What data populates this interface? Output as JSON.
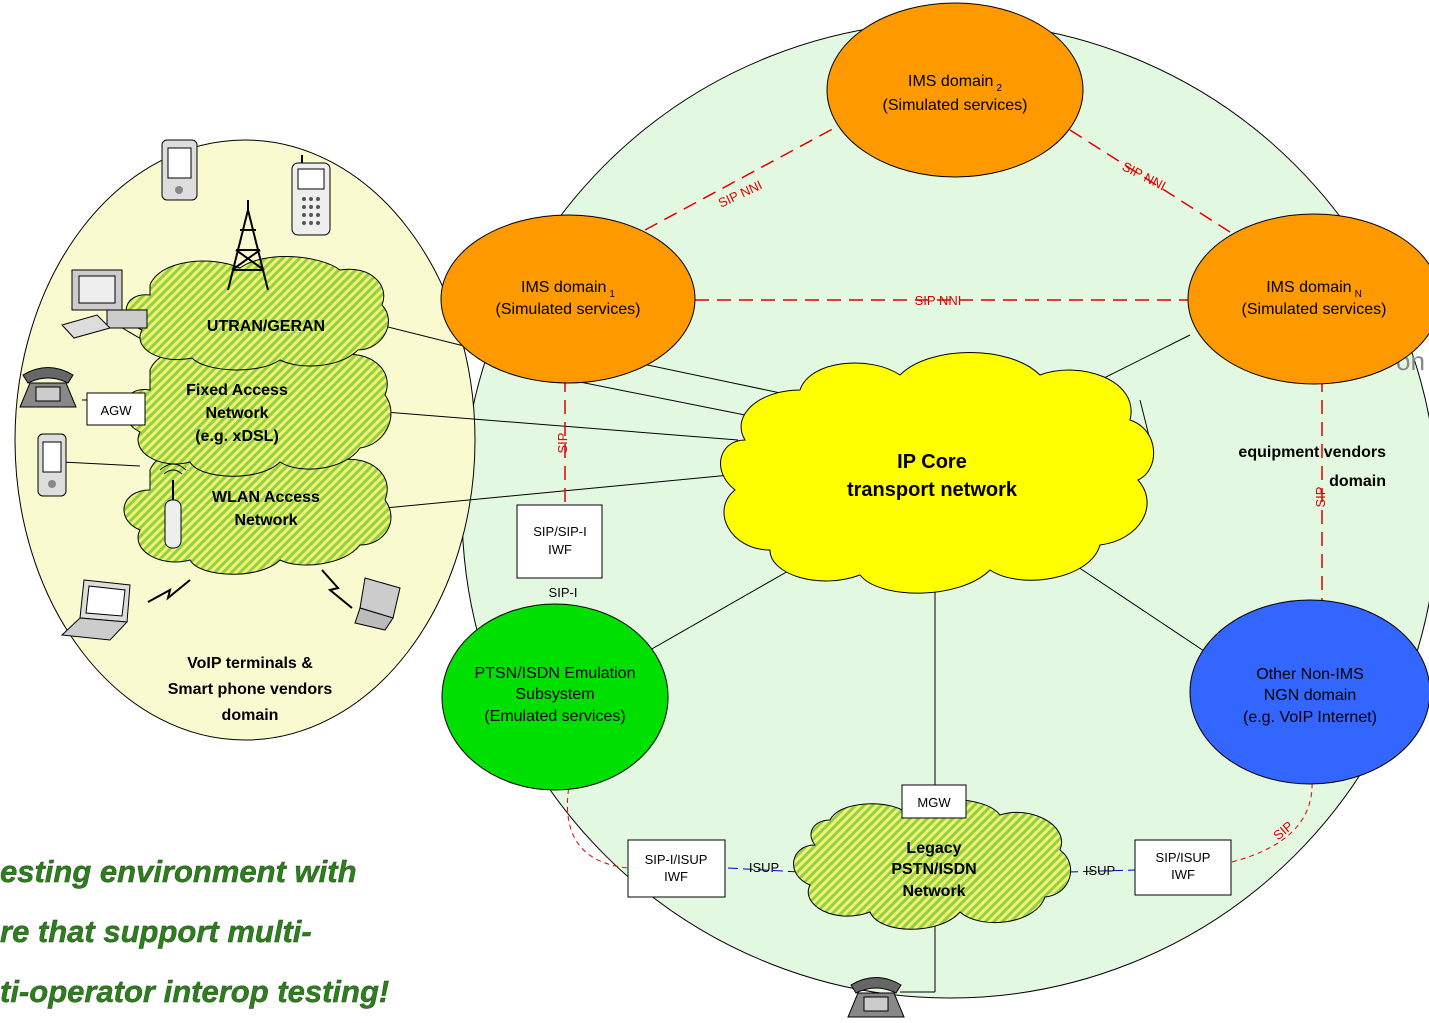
{
  "colors": {
    "ims": "#ff9900",
    "core": "#ffff00",
    "pstn_emulation": "#00e000",
    "non_ims": "#3366ff",
    "green_area": "#e3f8e0",
    "yellow_area": "#fafad0",
    "red_dashed": "#e00000",
    "blue_isup": "#0000cc",
    "slogan": "#2e7d1e"
  },
  "nodes": {
    "ims2": {
      "line1": "IMS domain",
      "sub": "2",
      "line2": "(Simulated services)"
    },
    "ims1": {
      "line1": "IMS domain",
      "sub": "1",
      "line2": "(Simulated services)"
    },
    "imsN": {
      "line1": "IMS domain",
      "sub": "N",
      "line2": "(Simulated services)"
    },
    "core": {
      "line1": "IP Core",
      "line2": "transport network"
    },
    "pstn_emul": {
      "line1": "PTSN/ISDN Emulation",
      "line2": "Subsystem",
      "line3": "(Emulated services)"
    },
    "non_ims": {
      "line1": "Other Non-IMS",
      "line2": "NGN domain",
      "line3": "(e.g. VoIP Internet)"
    },
    "legacy": {
      "line1": "Legacy",
      "line2": "PSTN/ISDN",
      "line3": "Network"
    },
    "utran": {
      "line1": "UTRAN/GERAN"
    },
    "fixed": {
      "line1": "Fixed Access",
      "line2": "Network",
      "line3": "(e.g. xDSL)"
    },
    "wlan": {
      "line1": "WLAN Access",
      "line2": "Network"
    }
  },
  "boxes": {
    "agw": "AGW",
    "sip_iwf": {
      "line1": "SIP/SIP-I",
      "line2": "IWF"
    },
    "mgw": "MGW",
    "isup_iwf_left": {
      "line1": "SIP-I/ISUP",
      "line2": "IWF"
    },
    "isup_iwf_right": {
      "line1": "SIP/ISUP",
      "line2": "IWF"
    }
  },
  "links": {
    "sip_nni_1": "SIP NNI",
    "sip_nni_2": "SIP NNI",
    "sip_nni_3": "SIP NNI",
    "sip_left": "SIP",
    "sip_right": "SIP",
    "sip_i": "SIP-I",
    "isup_left": "ISUP",
    "isup_right": "ISUP",
    "sip_bottom_right": "SIP"
  },
  "domains": {
    "vendors": {
      "line1": "equipment vendors",
      "line2": "domain"
    },
    "terminals": {
      "line1": "VoIP terminals &",
      "line2": "Smart phone vendors",
      "line3": "domain"
    }
  },
  "slogan": {
    "line1": "esting environment with",
    "line2": "re that support multi-",
    "line3": "ti-operator interop testing!"
  },
  "icons": [
    "pda-icon",
    "mobile-phone-icon",
    "antenna-tower-icon",
    "desktop-computer-icon",
    "desk-phone-icon",
    "wifi-access-point-icon",
    "laptop-icon",
    "flip-phone-icon"
  ]
}
